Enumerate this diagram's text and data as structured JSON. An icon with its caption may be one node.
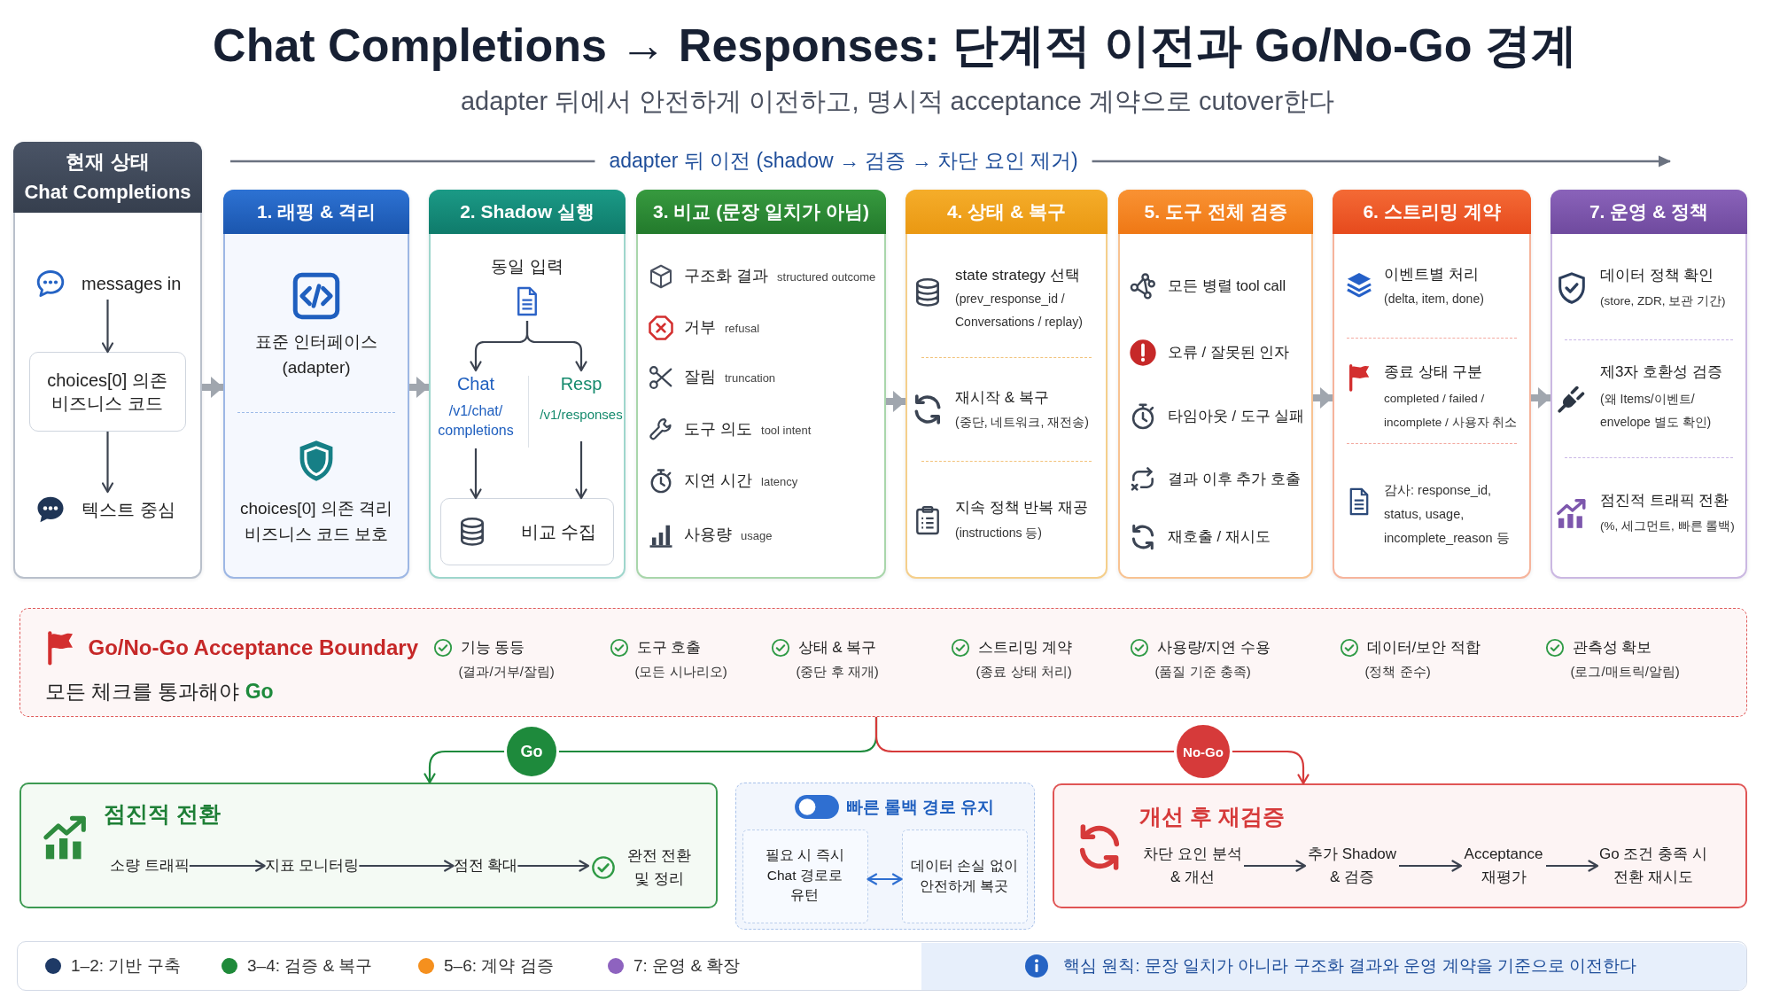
{
  "diagram": {
    "title": "Chat Completions → Responses: 단계적 이전과 Go/No-Go 경계",
    "nodes": [
      {
        "text": [
          "현재 상태",
          "Chat Completions"
        ]
      },
      {
        "text": [
          "messages in"
        ],
        "in": 0
      },
      {
        "text": [
          "choices[0] 의존 비즈니스 코드"
        ],
        "in": 0
      },
      {
        "text": [
          "텍스트 중심"
        ],
        "in": 0
      },
      {
        "text": [
          "1. 래핑 & 격리",
          "표준 인터페이스 (adapter)",
          "choices[0] 의존 격리 비즈니스 코드 보호"
        ]
      },
      {
        "text": [
          "2. Shadow 실행"
        ]
      },
      {
        "text": [
          "동일 입력"
        ],
        "in": 5
      },
      {
        "text": [
          "Chat",
          "/v1/chat/ completions"
        ],
        "in": 5
      },
      {
        "text": [
          "Resp",
          "/v1/responses"
        ],
        "in": 5
      },
      {
        "text": [
          "비교 수집"
        ],
        "in": 5
      },
      {
        "text": [
          "3. 비교 (문장 일치가 아님)",
          "구조화 결과",
          "structured outcome",
          "거부",
          "refusal",
          "잘림",
          "truncation",
          "도구 의도",
          "tool intent",
          "지연 시간",
          "latency",
          "사용량",
          "usage"
        ]
      },
      {
        "text": [
          "4. 상태 & 복구",
          "state strategy 선택",
          "(prev_response_id / Conversations / replay)",
          "재시작 & 복구",
          "(중단, 네트워크, 재전송)",
          "지속 정책 반복 재공",
          "(instructions 등)"
        ]
      },
      {
        "text": [
          "5. 도구 전체 검증",
          "모든 병렬 tool call",
          "오류 / 잘못된 인자",
          "타임아웃 / 도구 실패",
          "결과 이후 추가 호출",
          "재호출 / 재시도"
        ]
      },
      {
        "text": [
          "6. 스트리밍 계약",
          "이벤트별 처리",
          "(delta, item, done)",
          "종료 상태 구분",
          "completed / failed / incomplete / 사용자 취소",
          "감사: response_id, status, usage, incomplete_reason 등"
        ]
      },
      {
        "text": [
          "7. 운영 & 정책",
          "데이터 정책 확인",
          "(store, ZDR, 보관 기간)",
          "제3자 호환성 검증",
          "(왜 Items/이벤트/ envelope 별도 확인)",
          "점진적 트래픽 전환",
          "(%, 세그먼트, 빠른 롤백)"
        ]
      },
      {
        "text": [
          "Go/No-Go Acceptance Boundary",
          "모든 체크를 통과해야 **Go**",
          "기능 동등",
          "(결과/거부/잘림)",
          "도구 호출",
          "(모든 시나리오)",
          "상태 & 복구",
          "(중단 후 재개)",
          "스트리밍 계약",
          "(종료 상태 처리)",
          "사용량/지연 수용",
          "(품질 기준 충족)",
          "데이터/보안 적합",
          "(정책 준수)",
          "관측성 확보",
          "(로그/매트릭/알림)"
        ]
      },
      {
        "text": [
          "점진적 전환"
        ]
      },
      {
        "text": [
          "소량 트래픽"
        ],
        "in": 16
      },
      {
        "text": [
          "지표 모니터링"
        ],
        "in": 16
      },
      {
        "text": [
          "점전 확대"
        ],
        "in": 16
      },
      {
        "text": [
          "완전 전환 및 정리"
        ],
        "in": 16
      },
      {
        "text": [
          "빠른 롤백 경로 유지"
        ]
      },
      {
        "text": [
          "필요 시 즉시 Chat 경로로 유턴"
        ],
        "in": 21
      },
      {
        "text": [
          "데이터 손실 없이 안전하게 복곳"
        ],
        "in": 21
      },
      {
        "text": [
          "개선 후 재검증"
        ]
      },
      {
        "text": [
          "차단 요인 분석 & 개선"
        ],
        "in": 24
      },
      {
        "text": [
          "추가 Shadow & 검증"
        ],
        "in": 24
      },
      {
        "text": [
          "Acceptance 재평가"
        ],
        "in": 24
      },
      {
        "text": [
          "Go 조건 충족 시 전환 재시도"
        ],
        "in": 24
      },
      {
        "text": [
          "핵심 원칙: 문장 일치가 아니라 구조화 결과와 운영 계약을 기준으로 이전한다"
        ]
      }
    ],
    "edges": [
      {
        "from": 1,
        "to": 2,
        "arrow": "to"
      },
      {
        "from": 2,
        "to": 3,
        "arrow": "to"
      },
      {
        "from": 0,
        "to": 4,
        "arrow": "to",
        "style": "thick",
        "color": "#a0a6ae"
      },
      {
        "from": 4,
        "to": 5,
        "arrow": "to",
        "style": "thick",
        "color": "#a0a6ae"
      },
      {
        "from": 6,
        "to": 7,
        "arrow": "to"
      },
      {
        "from": 6,
        "to": 8,
        "arrow": "to"
      },
      {
        "from": 7,
        "to": 9,
        "arrow": "to"
      },
      {
        "from": 8,
        "to": 9,
        "arrow": "to"
      },
      {
        "from": 10,
        "to": 11,
        "arrow": "to",
        "style": "thick",
        "color": "#a0a6ae"
      },
      {
        "from": 12,
        "to": 13,
        "arrow": "to",
        "style": "thick",
        "color": "#a0a6ae"
      },
      {
        "from": 13,
        "to": 14,
        "arrow": "to",
        "style": "thick",
        "color": "#a0a6ae"
      },
      {
        "from": 15,
        "to": 16,
        "arrow": "to",
        "label": "Go",
        "color": "#1e8a3c"
      },
      {
        "from": 15,
        "to": 24,
        "arrow": "to",
        "label": "No-Go",
        "color": "#d63a3a"
      },
      {
        "from": 17,
        "to": 18,
        "arrow": "to"
      },
      {
        "from": 18,
        "to": 19,
        "arrow": "to"
      },
      {
        "from": 19,
        "to": 20,
        "arrow": "to"
      },
      {
        "from": 22,
        "to": 23,
        "arrow": "both",
        "color": "#2f6fd1"
      },
      {
        "from": 25,
        "to": 26,
        "arrow": "to"
      },
      {
        "from": 26,
        "to": 27,
        "arrow": "to"
      },
      {
        "from": 27,
        "to": 28,
        "arrow": "to"
      }
    ],
    "labels": [
      "adapter 뒤에서 안전하게 이전하고, 명시적 acceptance 계약으로 cutover한다",
      "adapter 뒤 이전 (shadow → 검증 → 차단 요인 제거)"
    ],
    "legend": [
      {
        "text": "1–2: 기반 구축",
        "color": "#1f3a66"
      },
      {
        "text": "3–4: 검증 & 복구",
        "color": "#1f8a3a"
      },
      {
        "text": "5–6: 계약 검증",
        "color": "#f5901e"
      },
      {
        "text": "7: 운영 & 확장",
        "color": "#8e63bf"
      }
    ]
  }
}
